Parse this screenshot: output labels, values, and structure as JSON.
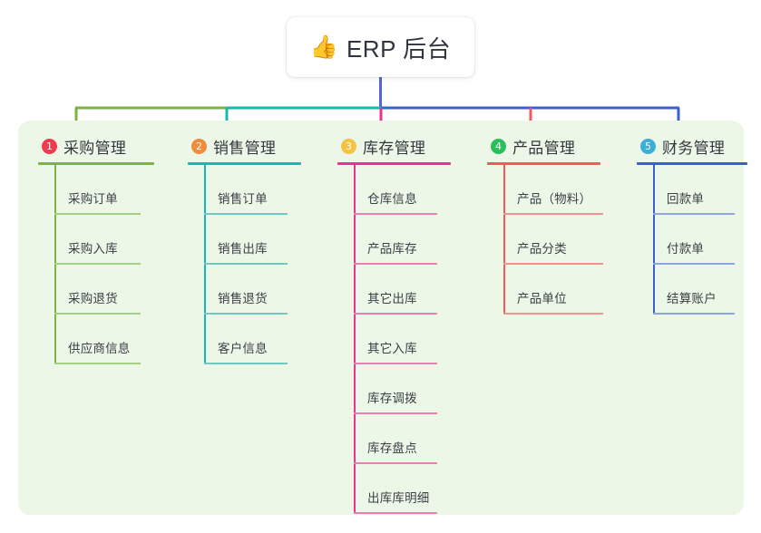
{
  "diagram": {
    "title": "ERP 后台",
    "root": {
      "icon": "thumbs-up-icon",
      "emoji": "👍",
      "label": "ERP 后台"
    },
    "panel_color": "#edf7e7",
    "background_color": "#ffffff",
    "stem_color": "#5566cc",
    "columns": [
      {
        "number": "1",
        "title": "采购管理",
        "badge_color": "#ef3b4e",
        "line_color": "#7cb342",
        "rule_color": "#a6cf86",
        "items": [
          {
            "label": "采购订单"
          },
          {
            "label": "采购入库"
          },
          {
            "label": "采购退货"
          },
          {
            "label": "供应商信息"
          }
        ]
      },
      {
        "number": "2",
        "title": "销售管理",
        "badge_color": "#f08c3c",
        "line_color": "#16b9ab",
        "rule_color": "#6fc9c2",
        "items": [
          {
            "label": "销售订单"
          },
          {
            "label": "销售出库"
          },
          {
            "label": "销售退货"
          },
          {
            "label": "客户信息"
          }
        ]
      },
      {
        "number": "3",
        "title": "库存管理",
        "badge_color": "#f5c242",
        "line_color": "#e9338f",
        "rule_color": "#ea7fb3",
        "items": [
          {
            "label": "仓库信息"
          },
          {
            "label": "产品库存"
          },
          {
            "label": "其它出库"
          },
          {
            "label": "其它入库"
          },
          {
            "label": "库存调拨"
          },
          {
            "label": "库存盘点"
          },
          {
            "label": "出库库明细"
          }
        ]
      },
      {
        "number": "4",
        "title": "产品管理",
        "badge_color": "#2bbf5c",
        "line_color": "#f4595b",
        "rule_color": "#f09294",
        "items": [
          {
            "label": "产品（物料）"
          },
          {
            "label": "产品分类"
          },
          {
            "label": "产品单位"
          }
        ]
      },
      {
        "number": "5",
        "title": "财务管理",
        "badge_color": "#3bafda",
        "line_color": "#3b5fd0",
        "rule_color": "#8aa5e0",
        "items": [
          {
            "label": "回款单"
          },
          {
            "label": "付款单"
          },
          {
            "label": "结算账户"
          }
        ]
      }
    ]
  }
}
